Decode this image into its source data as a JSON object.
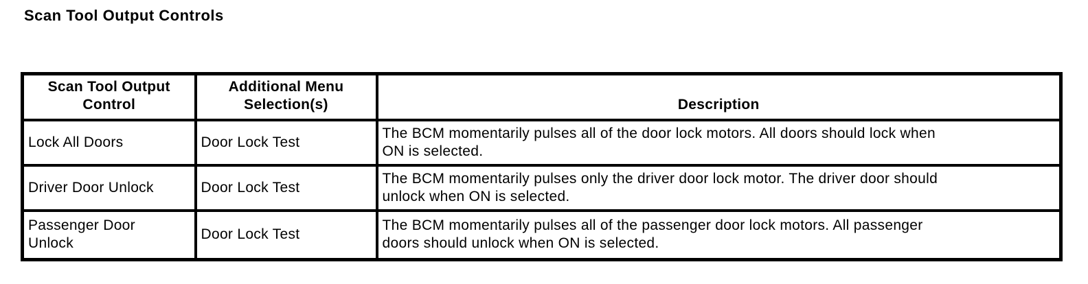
{
  "page": {
    "title": "Scan Tool Output Controls"
  },
  "colors": {
    "text": "#000000",
    "border": "#000000",
    "background": "#ffffff"
  },
  "table": {
    "columns": [
      {
        "label": "Scan Tool Output\nControl"
      },
      {
        "label": "Additional Menu\nSelection(s)"
      },
      {
        "label": "Description"
      }
    ],
    "rows": [
      {
        "control": "Lock All Doors",
        "menu": "Door Lock Test",
        "description": "The BCM momentarily pulses all of the door lock motors. All doors should lock when\nON is selected."
      },
      {
        "control": "Driver Door Unlock",
        "menu": "Door Lock Test",
        "description": "The BCM momentarily pulses only the driver door lock motor. The driver door should\nunlock when ON is selected."
      },
      {
        "control": "Passenger Door\nUnlock",
        "menu": "Door Lock Test",
        "description": "The BCM momentarily pulses all of the passenger door lock motors. All passenger\ndoors should unlock when ON is selected."
      }
    ]
  }
}
